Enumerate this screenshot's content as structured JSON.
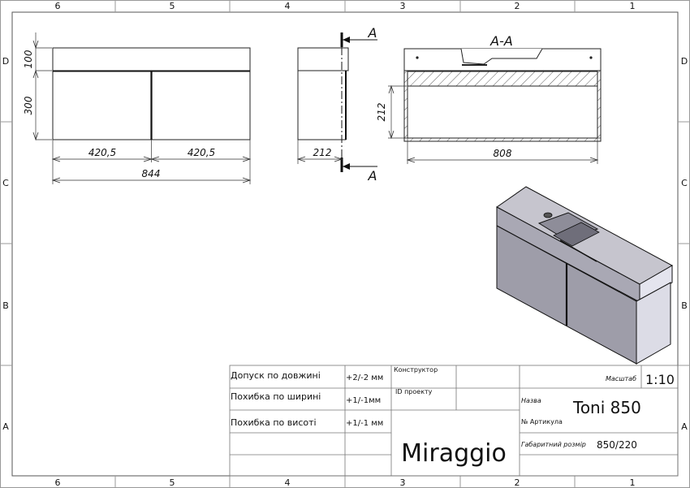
{
  "border": {
    "columns": [
      "6",
      "5",
      "4",
      "3",
      "2",
      "1"
    ],
    "rows": [
      "D",
      "C",
      "B",
      "A"
    ]
  },
  "front_view": {
    "dim_top_height": "100",
    "dim_body_height": "300",
    "dim_left_width": "420,5",
    "dim_right_width": "420,5",
    "dim_total_width": "844"
  },
  "side_view": {
    "section_mark_top": "A",
    "section_mark_bottom": "A",
    "dim_depth": "212"
  },
  "section_view": {
    "title": "A-A",
    "dim_height": "212",
    "dim_width": "808"
  },
  "title_block": {
    "tolerance_length_label": "Допуск по довжині",
    "tolerance_length_value": "+2/-2 мм",
    "tolerance_width_label": "Похибка по ширині",
    "tolerance_width_value": "+1/-1мм",
    "tolerance_height_label": "Похибка по висоті",
    "tolerance_height_value": "+1/-1 мм",
    "designer_label": "Конструктор",
    "project_id_label": "ID проекту",
    "scale_label": "Масштаб",
    "scale_value": "1:10",
    "name_label": "Назва",
    "name_value": "Toni 850",
    "article_label": "№  Артикула",
    "size_label": "Габаритний розмір",
    "size_value": "850/220",
    "brand": "Miraggio"
  }
}
